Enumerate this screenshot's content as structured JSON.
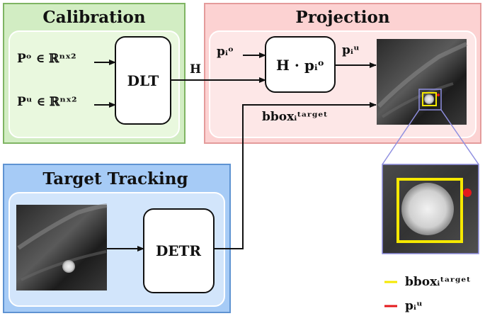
{
  "calibration": {
    "title": "Calibration",
    "input_top": "Pᵒ ∈ ℝⁿˣ²",
    "input_bottom": "Pᵘ ∈ ℝⁿˣ²",
    "block": "DLT",
    "output": "H",
    "colors": {
      "outer": "#d2edc3",
      "outer_border": "#7fb463",
      "inner": "#e9f8de"
    }
  },
  "projection": {
    "title": "Projection",
    "input": "pᵢᵒ",
    "block": "H · pᵢᵒ",
    "output": "pᵢᵘ",
    "bbox_label": "bboxᵢᵗᵃʳᵍᵉᵗ",
    "colors": {
      "outer": "#fcd2d2",
      "outer_border": "#e49b9b",
      "inner": "#fde7e7"
    }
  },
  "tracking": {
    "title": "Target Tracking",
    "block": "DETR",
    "colors": {
      "outer": "#a6cbf6",
      "outer_border": "#5f93d2",
      "inner": "#d2e5fb"
    }
  },
  "legend": {
    "items": [
      {
        "label": "bboxᵢᵗᵃʳᵍᵉᵗ",
        "color": "#f5e800"
      },
      {
        "label": "pᵢᵘ",
        "color": "#e41a1c"
      }
    ]
  }
}
